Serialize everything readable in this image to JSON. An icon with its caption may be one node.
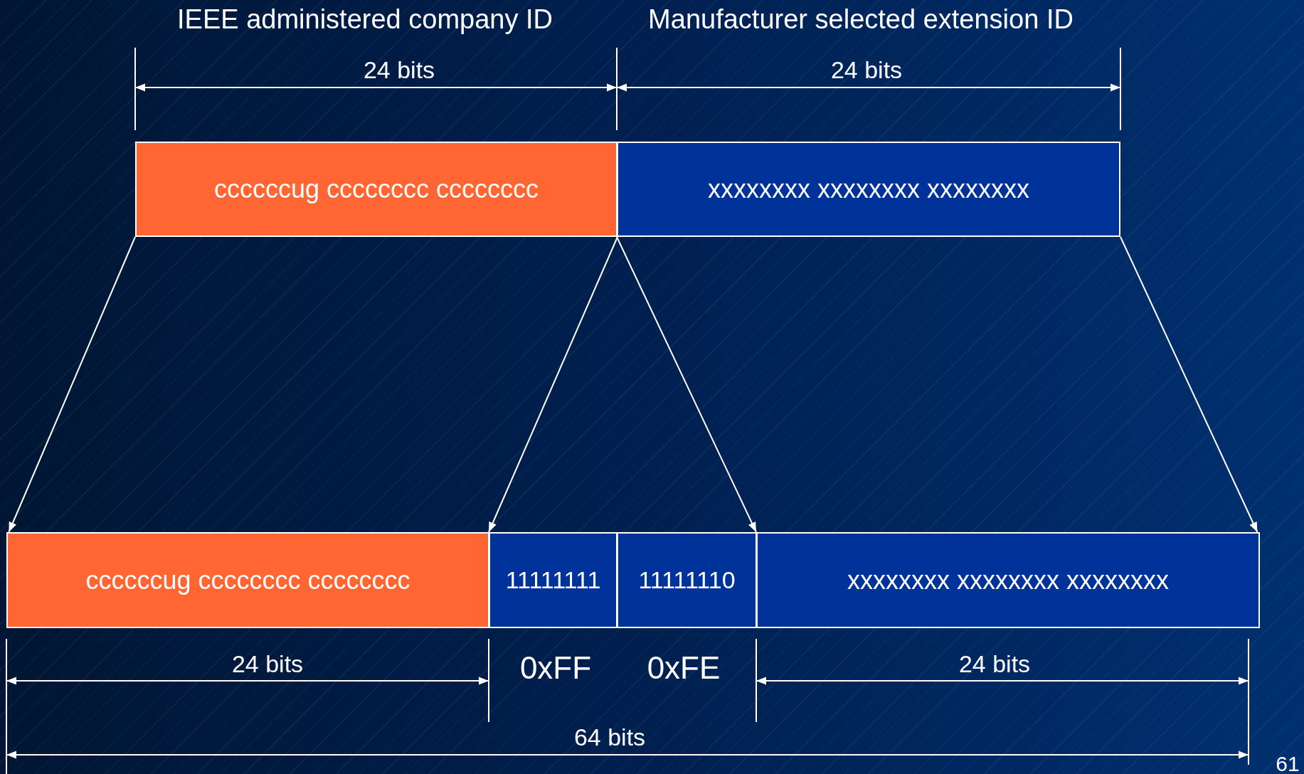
{
  "diagram": {
    "nodes": [
      {
        "text": [
          "ccccccug cccccccc cccccccc"
        ]
      },
      {
        "text": [
          "xxxxxxxx xxxxxxxx xxxxxxxx"
        ]
      },
      {
        "text": [
          "ccccccug cccccccc cccccccc"
        ]
      },
      {
        "text": [
          "11111111"
        ]
      },
      {
        "text": [
          "11111110"
        ]
      },
      {
        "text": [
          "xxxxxxxx xxxxxxxx xxxxxxxx"
        ]
      }
    ],
    "edges": [
      {
        "from": 0,
        "to": 2,
        "arrow": "to"
      },
      {
        "from": 0,
        "to": 3,
        "arrow": "to"
      },
      {
        "from": 1,
        "to": 5,
        "arrow": "to"
      },
      {
        "from": 1,
        "to": 5,
        "arrow": "to"
      }
    ],
    "labels": [
      "IEEE administered company ID",
      "Manufacturer selected extension ID",
      "24 bits",
      "24 bits",
      "24 bits",
      "0xFF",
      "0xFE",
      "24 bits",
      "64 bits",
      "61"
    ]
  }
}
